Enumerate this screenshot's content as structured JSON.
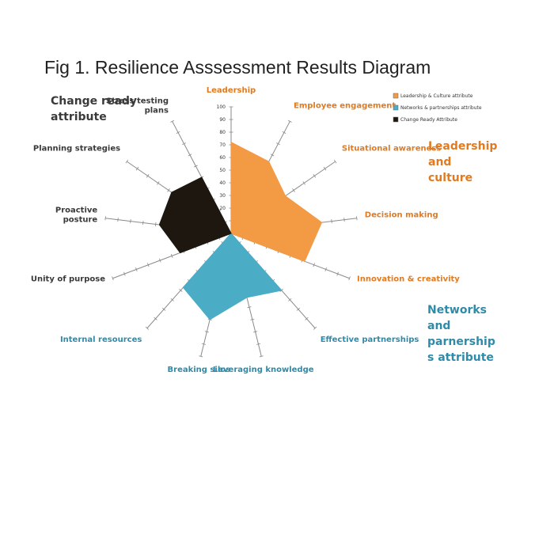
{
  "title": "Fig 1. Resilience Asssessment Results Diagram",
  "group_labels": {
    "change": "Change ready\nattribute",
    "leadership": "Leadership\nand\nculture",
    "networks": "Networks\nand\nparnership\ns attribute"
  },
  "colors": {
    "leadership": "#F39A45",
    "networks": "#4BACC6",
    "change": "#1E1710",
    "leadership_text": "#E07B22",
    "networks_text": "#2E8BAA",
    "change_text": "#3A3A3A"
  },
  "chart_data": {
    "type": "radar",
    "title": "Fig 1. Resilience Asssessment Results Diagram",
    "rlim": [
      0,
      100
    ],
    "ticks": [
      20,
      30,
      40,
      50,
      60,
      70,
      80,
      90,
      100
    ],
    "legend_placement": "top-right",
    "axes": [
      {
        "label": "Leadership",
        "group": "leadership"
      },
      {
        "label": "Employee engagement",
        "group": "leadership"
      },
      {
        "label": "Situational awareness",
        "group": "leadership"
      },
      {
        "label": "Decision making",
        "group": "leadership"
      },
      {
        "label": "Innovation & creativity",
        "group": "leadership"
      },
      {
        "label": "Effective partnerships",
        "group": "networks"
      },
      {
        "label": "Leveraging knowledge",
        "group": "networks"
      },
      {
        "label": "Breaking silos",
        "group": "networks"
      },
      {
        "label": "Internal resources",
        "group": "networks"
      },
      {
        "label": "Unity of purpose",
        "group": "change"
      },
      {
        "label": "Proactive\nposture",
        "group": "change"
      },
      {
        "label": "Planning strategies",
        "group": "change"
      },
      {
        "label": "Stress testing\nplans",
        "group": "change"
      }
    ],
    "series": [
      {
        "name": "Leadership & Culture attribute",
        "group": "leadership",
        "values": [
          72,
          64,
          52,
          72,
          62,
          0,
          0,
          0,
          0,
          0,
          0,
          0,
          0
        ]
      },
      {
        "name": "Networks & partnerships attribute",
        "group": "networks",
        "values": [
          0,
          0,
          0,
          0,
          0,
          60,
          52,
          70,
          57,
          0,
          0,
          0,
          0
        ]
      },
      {
        "name": "Change Ready Attribute",
        "group": "change",
        "values": [
          0,
          0,
          0,
          0,
          0,
          0,
          0,
          0,
          0,
          43,
          57,
          57,
          50
        ]
      }
    ]
  }
}
